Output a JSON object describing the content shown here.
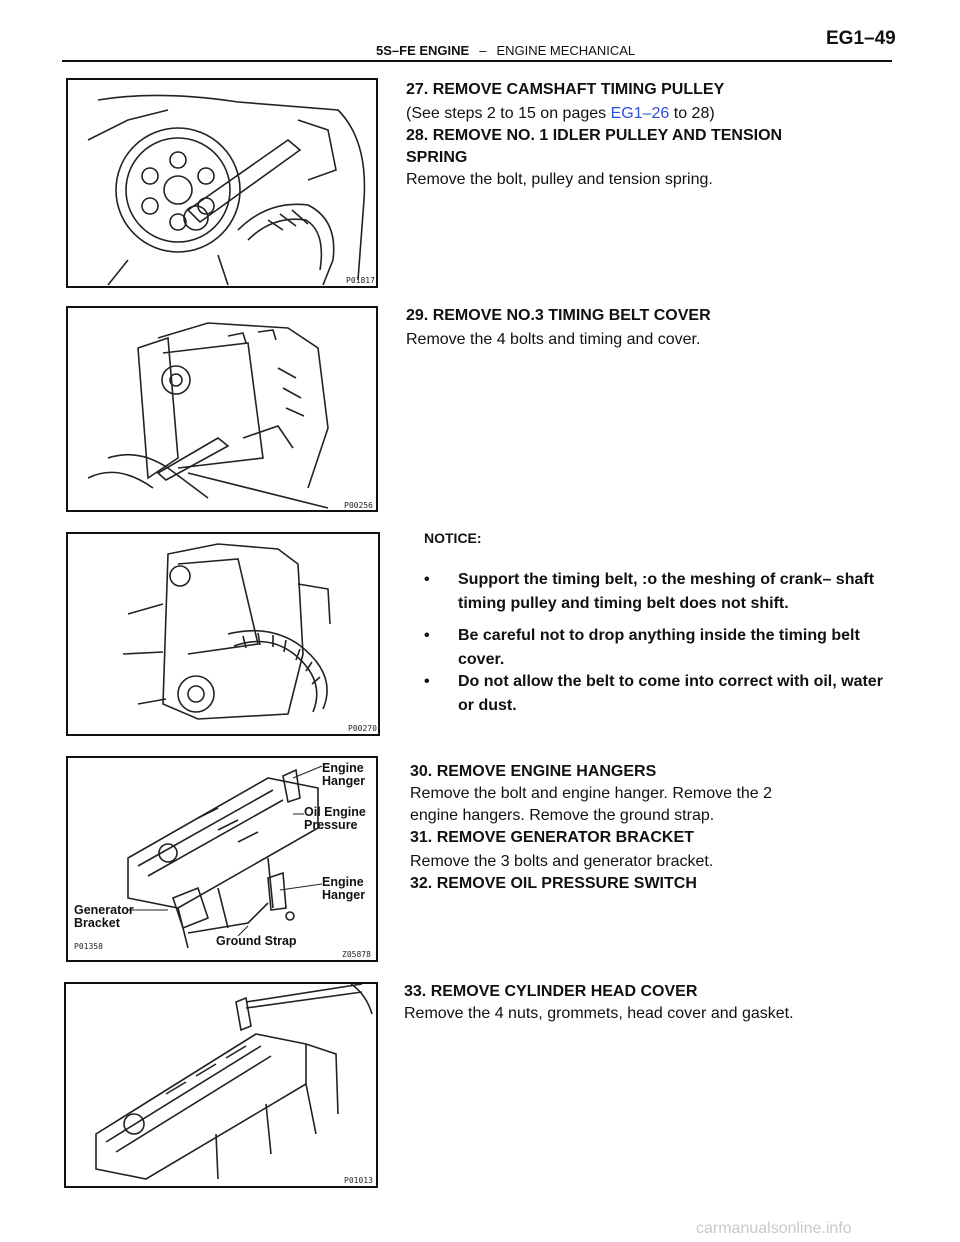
{
  "header": {
    "section": "5S–FE ENGINE",
    "separator": "–",
    "subsection": "ENGINE MECHANICAL",
    "page_id": "EG1–49"
  },
  "figures": [
    {
      "code": "P01817"
    },
    {
      "code": "P00256"
    },
    {
      "code": "P00270"
    },
    {
      "code": "Z05878",
      "code2": "P01358",
      "labels": {
        "engine_hanger_top": "Engine\nHanger",
        "oil_pressure": "Oil Engine\nPressure",
        "engine_hanger_bottom": "Engine\nHanger",
        "generator_bracket": "Generator\nBracket",
        "ground_strap": "Ground Strap"
      }
    },
    {
      "code": "P01013"
    }
  ],
  "steps": {
    "s27_title": "27. REMOVE CAMSHAFT TIMING PULLEY",
    "s27_pre": "(See steps 2 to 15 on pages ",
    "s27_link": "EG1–26",
    "s27_post": " to 28)",
    "s28_title_1": "28. REMOVE NO. 1 IDLER PULLEY AND TENSION",
    "s28_title_2": "SPRING",
    "s28_body": "Remove the bolt, pulley and tension spring.",
    "s29_title": "29. REMOVE NO.3 TIMING BELT COVER",
    "s29_body": "Remove the 4 bolts and timing and cover.",
    "notice_label": "NOTICE:",
    "notices": [
      "Support the timing belt, :o the meshing of crank– shaft timing pulley and timing belt does not shift.",
      "Be careful not to drop anything inside the timing belt cover.",
      "Do not allow the belt to come into correct with oil, water or dust."
    ],
    "bullet_symbol": "•",
    "s30_title": "30. REMOVE ENGINE HANGERS",
    "s30_body_1": "Remove the bolt and engine hanger. Remove the 2",
    "s30_body_2": "engine hangers. Remove the ground strap.",
    "s31_title": "31. REMOVE GENERATOR BRACKET",
    "s31_body": "Remove the 3 bolts and generator bracket.",
    "s32_title": "32. REMOVE OIL PRESSURE SWITCH",
    "s33_title": "33. REMOVE CYLINDER HEAD COVER",
    "s33_body": "Remove the 4 nuts, grommets, head cover and gasket."
  },
  "watermark": "carmanualsonline.info"
}
